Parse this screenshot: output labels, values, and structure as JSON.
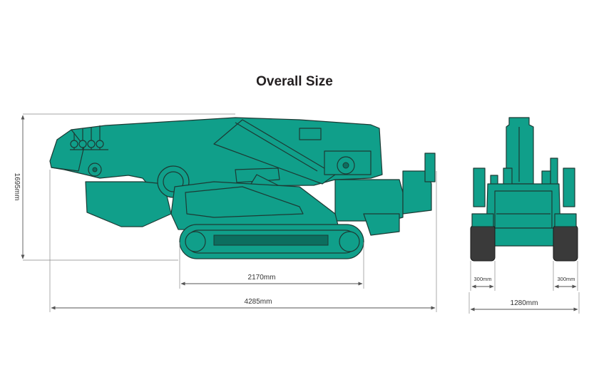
{
  "title": "Overall Size",
  "colors": {
    "body": "#109f8a",
    "outline": "#1d3a34",
    "tire": "#3a3a3a",
    "dimension": "#555555"
  },
  "dimensions": {
    "height": "1695mm",
    "track_length": "2170mm",
    "overall_length": "4285mm",
    "overall_width": "1280mm",
    "track_width_left": "300mm",
    "track_width_right": "300mm"
  }
}
